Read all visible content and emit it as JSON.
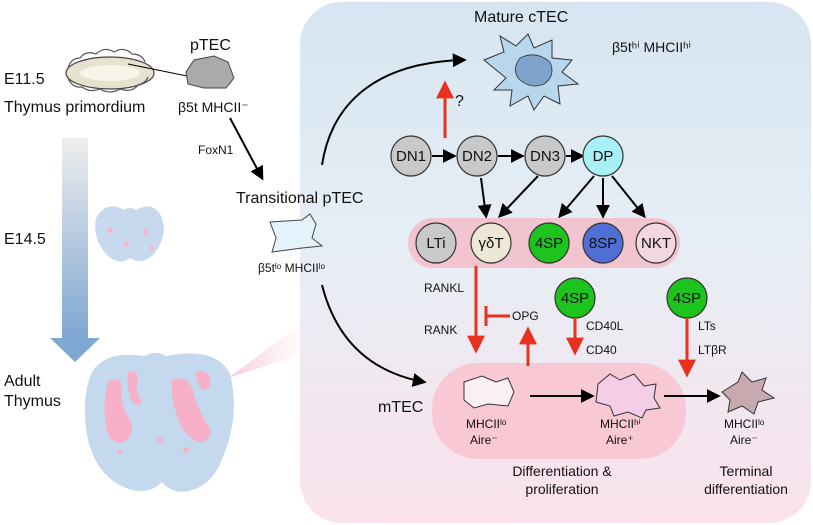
{
  "colors": {
    "gray_node": "#c9c9c9",
    "dp_node": "#a8f0f8",
    "green_node": "#1dc41d",
    "blue_node": "#4f6fd6",
    "pink_node": "#f2d6e2",
    "beige_node": "#ece7d6",
    "red_arrow": "#e8321e",
    "panel_top": "#d7e6f2",
    "panel_bottom": "#fbe3ec",
    "lymph_band": "#f1c4cf",
    "mtec_band": "#f8c9d5"
  },
  "left": {
    "e115": "E11.5",
    "primordium": "Thymus primordium",
    "e145": "E14.5",
    "adult_line1": "Adult",
    "adult_line2": "Thymus"
  },
  "ptec": {
    "title": "pTEC",
    "marker": "β5t MHCII⁻",
    "foxn1": "FoxN1",
    "transitional": "Transitional pTEC",
    "transitional_marker": "β5tˡᵒ MHCIIˡᵒ"
  },
  "ctec": {
    "title": "Mature cTEC",
    "marker": "β5tʰⁱ MHCIIʰⁱ",
    "question": "?"
  },
  "thymocytes": {
    "row1": [
      "DN1",
      "DN2",
      "DN3",
      "DP"
    ],
    "row2": [
      "LTi",
      "γδT",
      "4SP",
      "8SP",
      "NKT"
    ]
  },
  "signals": {
    "rankl": "RANKL",
    "rank": "RANK",
    "opg": "OPG",
    "sp_a": "4SP",
    "cd40l": "CD40L",
    "cd40": "CD40",
    "sp_b": "4SP",
    "lts": "LTs",
    "ltbr": "LTβR"
  },
  "mtec": {
    "label": "mTEC",
    "cell1_line1": "MHCIIˡᵒ",
    "cell1_line2": "Aire⁻",
    "cell2_line1": "MHCIIʰⁱ",
    "cell2_line2": "Aire⁺",
    "cell3_line1": "MHCIIˡᵒ",
    "cell3_line2": "Aire⁻",
    "stage1_line1": "Differentiation &",
    "stage1_line2": "proliferation",
    "stage2_line1": "Terminal",
    "stage2_line2": "differentiation"
  }
}
